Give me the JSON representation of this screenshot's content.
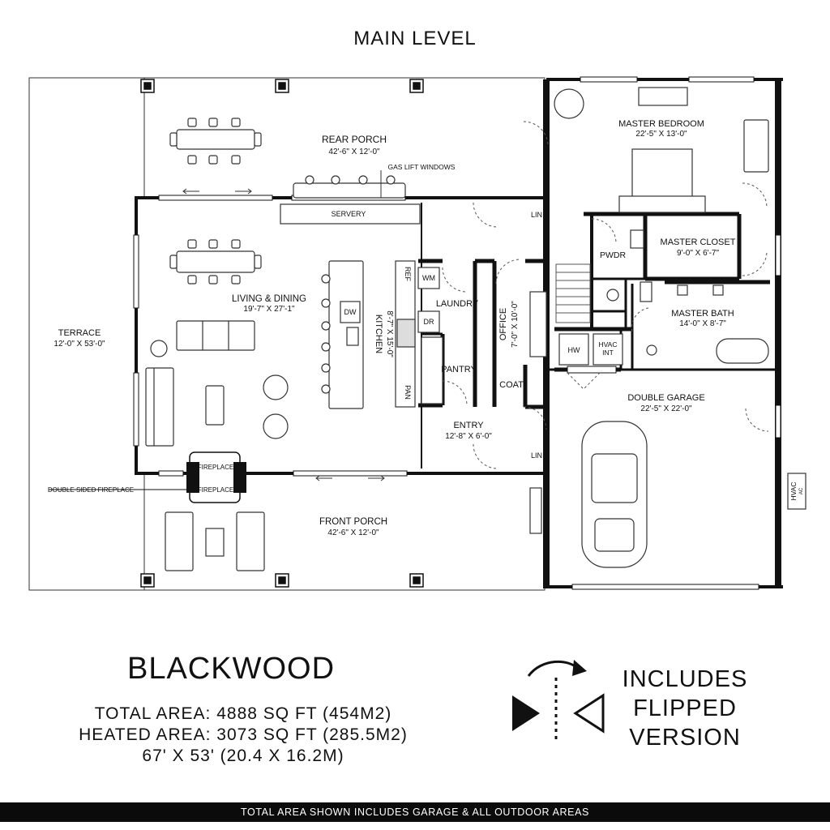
{
  "title": "MAIN LEVEL",
  "rooms": {
    "rear_porch": {
      "name": "REAR PORCH",
      "dims": "42'-6\" X 12'-0\""
    },
    "gas_lift": "GAS LIFT WINDOWS",
    "servery": "SERVERY",
    "terrace": {
      "name": "TERRACE",
      "dims": "12'-0\" X 53'-0\""
    },
    "living": {
      "name": "LIVING & DINING",
      "dims": "19'-7\" X 27'-1\""
    },
    "kitchen": {
      "name": "KITCHEN",
      "dims": "8'-7\" X 15'-0\""
    },
    "dw": "DW",
    "ref": "REF",
    "pan": "PAN",
    "wm": "WM",
    "dr": "DR",
    "laundry": "LAUNDRY",
    "pantry": "PANTRY",
    "office": {
      "name": "OFFICE",
      "dims": "7'-0\" X 10'-0\""
    },
    "coat": "COAT",
    "entry": {
      "name": "ENTRY",
      "dims": "12'-8\" X 6'-0\""
    },
    "lin_top": "LIN",
    "lin_bottom": "LIN",
    "master_bedroom": {
      "name": "MASTER BEDROOM",
      "dims": "22'-5\" X 13'-0\""
    },
    "master_closet": {
      "name": "MASTER CLOSET",
      "dims": "9'-0\" X 6'-7\""
    },
    "pwdr": "PWDR",
    "master_bath": {
      "name": "MASTER BATH",
      "dims": "14'-0\" X 8'-7\""
    },
    "hw": "HW",
    "hvac_int_1": "HVAC",
    "hvac_int_2": "INT",
    "garage": {
      "name": "DOUBLE GARAGE",
      "dims": "22'-5\" X 22'-0\""
    },
    "hvac_ac_1": "HVAC",
    "hvac_ac_2": "AC",
    "fireplace_top": "FIREPLACE",
    "fireplace_bottom": "FIREPLACE",
    "double_fireplace": "DOUBLE SIDED FIREPLACE",
    "front_porch": {
      "name": "FRONT PORCH",
      "dims": "42'-6\" X 12'-0\""
    }
  },
  "plan_name": "BLACKWOOD",
  "stats": {
    "total": "TOTAL AREA: 4888 SQ FT (454M2)",
    "heated": "HEATED AREA: 3073 SQ FT (285.5M2)",
    "size": "67' X 53' (20.4 X 16.2M)"
  },
  "flipped": [
    "INCLUDES",
    "FLIPPED",
    "VERSION"
  ],
  "footer": "TOTAL AREA SHOWN INCLUDES GARAGE & ALL OUTDOOR AREAS"
}
